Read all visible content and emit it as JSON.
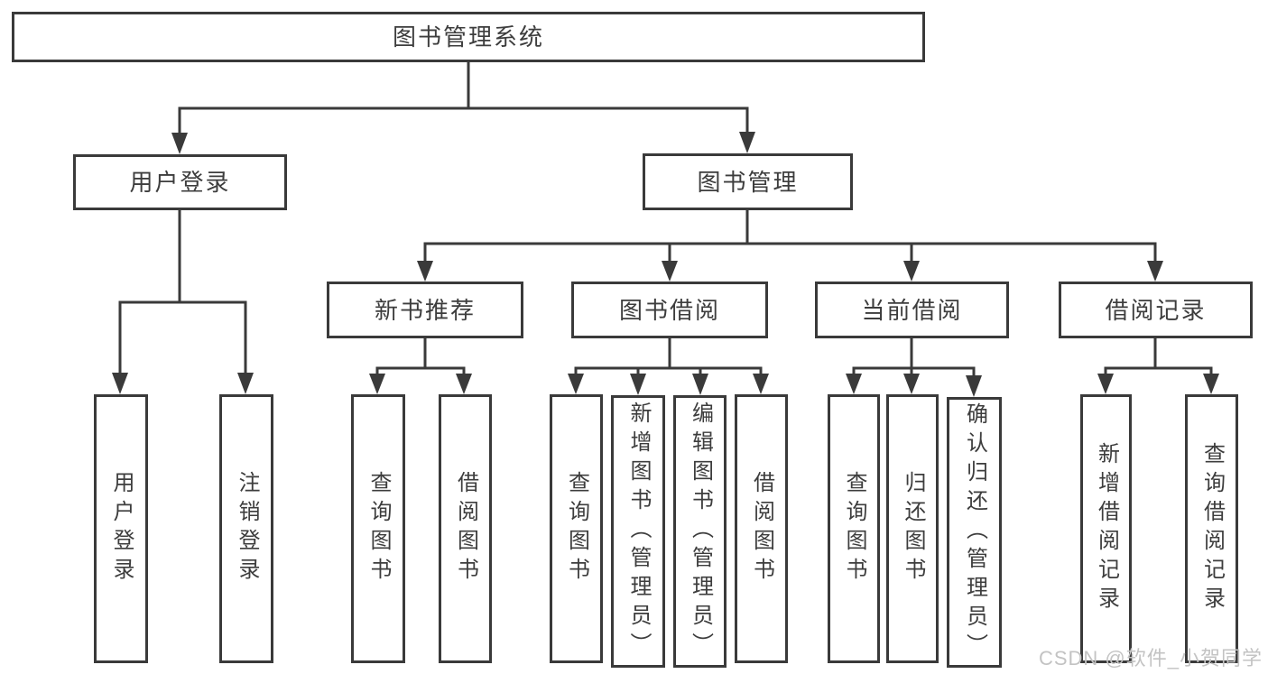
{
  "colors": {
    "line": "#3a3a3a",
    "text": "#3d3d3d",
    "box_background": "#ffffff",
    "page_background": "#ffffff",
    "watermark": "#c3c3c3"
  },
  "watermark": {
    "text": "CSDN @软件_小贺同学"
  },
  "diagram": {
    "root": {
      "label": "图书管理系统"
    },
    "level2": [
      {
        "label": "用户登录",
        "children": [
          {
            "label": "用户登录"
          },
          {
            "label": "注销登录"
          }
        ]
      },
      {
        "label": "图书管理",
        "children": [
          {
            "label": "新书推荐",
            "children": [
              {
                "label": "查询图书"
              },
              {
                "label": "借阅图书"
              }
            ]
          },
          {
            "label": "图书借阅",
            "children": [
              {
                "label": "查询图书"
              },
              {
                "label": "新增图书（管理员）"
              },
              {
                "label": "编辑图书（管理员）"
              },
              {
                "label": "借阅图书"
              }
            ]
          },
          {
            "label": "当前借阅",
            "children": [
              {
                "label": "查询图书"
              },
              {
                "label": "归还图书"
              },
              {
                "label": "确认归还（管理员）"
              }
            ]
          },
          {
            "label": "借阅记录",
            "children": [
              {
                "label": "新增借阅记录"
              },
              {
                "label": "查询借阅记录"
              }
            ]
          }
        ]
      }
    ]
  }
}
